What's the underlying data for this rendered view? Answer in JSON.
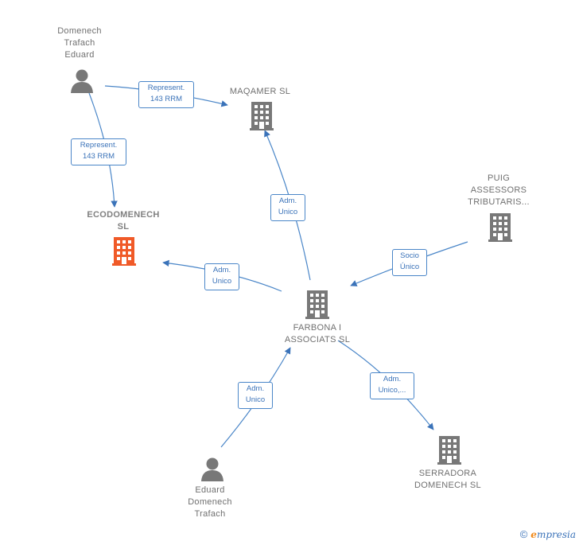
{
  "nodes": {
    "domenech_trafach": {
      "lines": [
        "Domenech",
        "Trafach",
        "Eduard"
      ],
      "icon": "person-icon"
    },
    "maqamer": {
      "lines": [
        "MAQAMER  SL"
      ],
      "icon": "building-icon"
    },
    "ecodomenech": {
      "lines": [
        "ECODOMENECH",
        "SL"
      ],
      "icon": "building-icon",
      "color": "#f05a28"
    },
    "puig": {
      "lines": [
        "PUIG",
        "ASSESSORS",
        "TRIBUTARIS..."
      ],
      "icon": "building-icon"
    },
    "farbona": {
      "lines": [
        "FARBONA I",
        "ASSOCIATS  SL"
      ],
      "icon": "building-icon"
    },
    "eduard": {
      "lines": [
        "Eduard",
        "Domenech",
        "Trafach"
      ],
      "icon": "person-icon"
    },
    "serradora": {
      "lines": [
        "SERRADORA",
        "DOMENECH SL"
      ],
      "icon": "building-icon"
    }
  },
  "edges": {
    "e1": {
      "lines": [
        "Represent.",
        "143 RRM"
      ]
    },
    "e2": {
      "lines": [
        "Represent.",
        "143 RRM"
      ]
    },
    "e3": {
      "lines": [
        "Adm.",
        "Unico"
      ]
    },
    "e4": {
      "lines": [
        "Adm.",
        "Unico"
      ]
    },
    "e5": {
      "lines": [
        "Socio",
        "Único"
      ]
    },
    "e6": {
      "lines": [
        "Adm.",
        "Unico"
      ]
    },
    "e7": {
      "lines": [
        "Adm.",
        "Unico,..."
      ]
    }
  },
  "colors": {
    "node_gray": "#787878",
    "edge_blue": "#4a86c8",
    "focus_orange": "#f05a28"
  },
  "brand": {
    "copyright": "©",
    "e": "e",
    "rest": "mpresia"
  }
}
